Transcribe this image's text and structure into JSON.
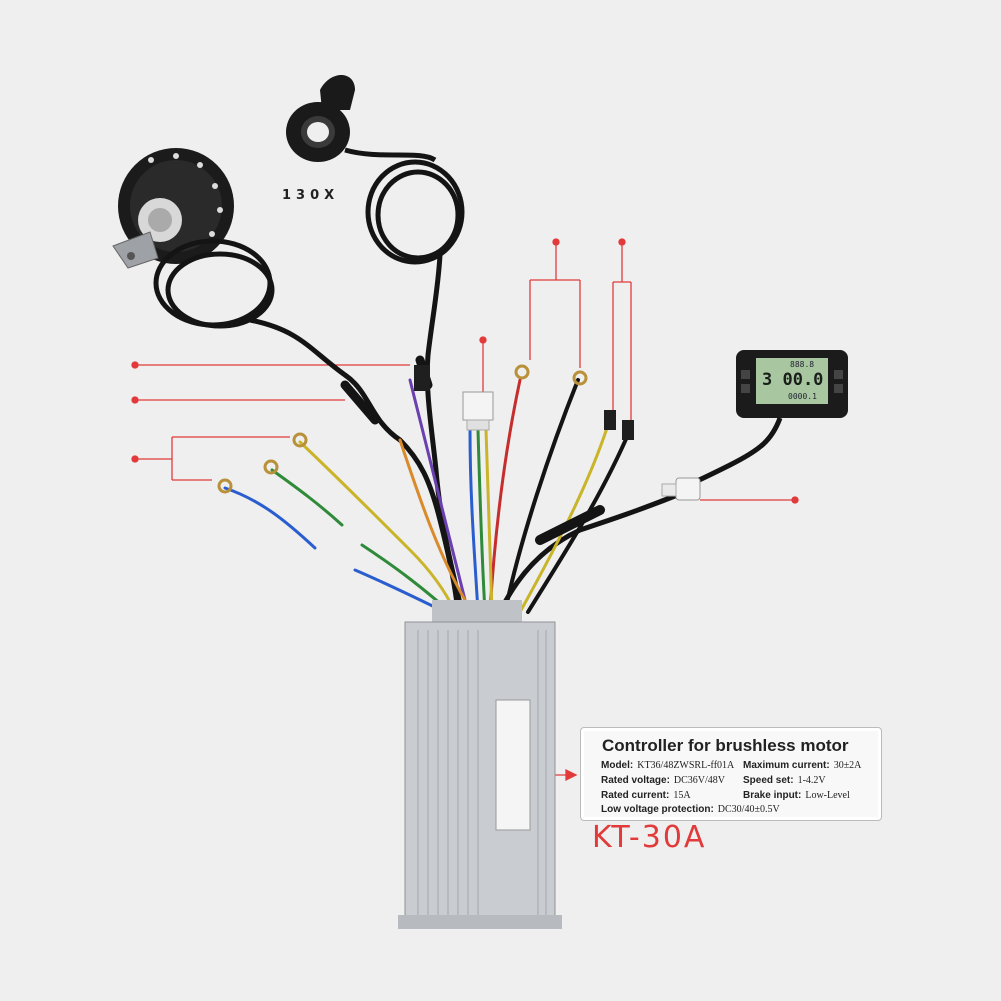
{
  "throttle": {
    "label": "130X"
  },
  "display": {
    "top_readout": "888.8",
    "main_readout": "3 00.0",
    "bottom_readout": "0000.1"
  },
  "spec_card": {
    "title": "Controller for brushless motor",
    "rows": [
      {
        "label": "Model:",
        "value": "KT36/48ZWSRL-ff01A"
      },
      {
        "label": "Maximum current:",
        "value": "30±2A"
      },
      {
        "label": "Rated voltage:",
        "value": "DC36V/48V"
      },
      {
        "label": "Speed set:",
        "value": "1-4.2V"
      },
      {
        "label": "Rated current:",
        "value": "15A"
      },
      {
        "label": "Brake input:",
        "value": "Low-Level"
      },
      {
        "label": "Low voltage protection:",
        "value": "DC30/40±0.5V"
      }
    ]
  },
  "model_name": "KT-30A",
  "colors": {
    "background": "#efefef",
    "callout": "#e23a3a",
    "controller_body": "#c9ccd0",
    "display_screen": "#a8c7a0"
  }
}
